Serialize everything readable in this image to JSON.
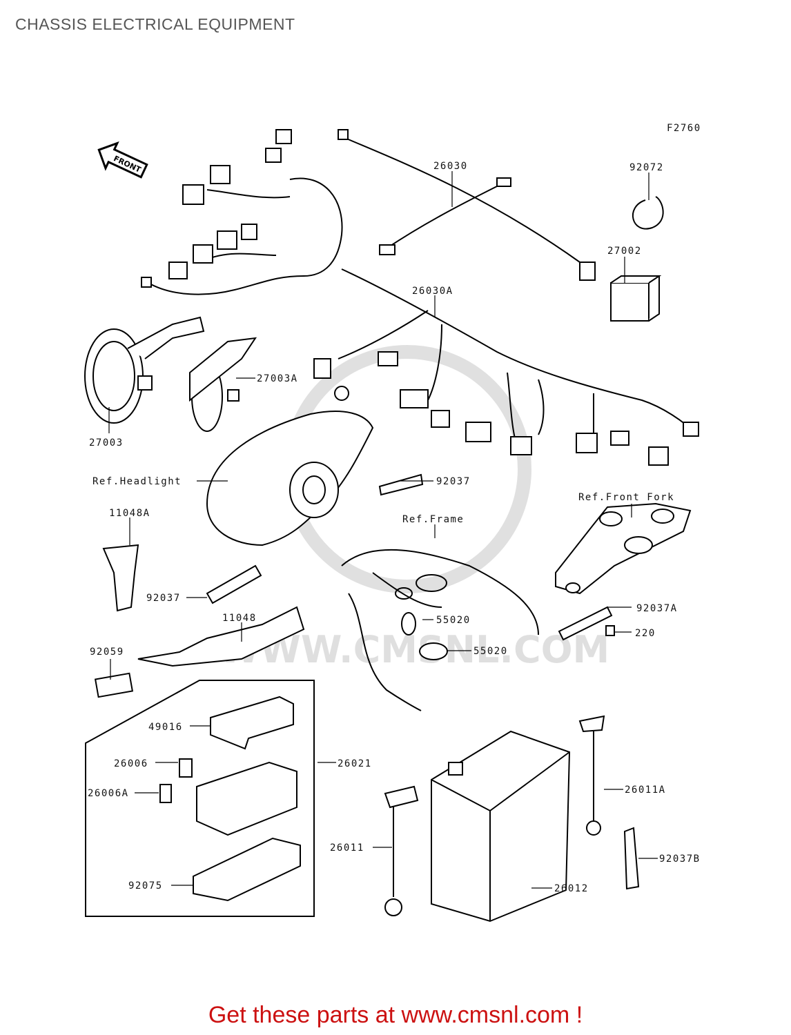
{
  "page": {
    "title": "CHASSIS ELECTRICAL EQUIPMENT",
    "figure_code": "F2760",
    "front_arrow_label": "FRONT",
    "watermark": "WWW.CMSNL.COM",
    "footer": "Get these parts at www.cmsnl.com !"
  },
  "parts": {
    "p26030": "26030",
    "p92072": "92072",
    "p27002": "27002",
    "p26030A": "26030A",
    "p27003A": "27003A",
    "p27003": "27003",
    "ref_headlight": "Ref.Headlight",
    "p92037_top": "92037",
    "ref_front_fork": "Ref.Front Fork",
    "p11048A": "11048A",
    "ref_frame": "Ref.Frame",
    "p92037_mid": "92037",
    "p11048": "11048",
    "p92037A": "92037A",
    "p55020_a": "55020",
    "p220": "220",
    "p55020_b": "55020",
    "p92059": "92059",
    "p49016": "49016",
    "p26006": "26006",
    "p26021": "26021",
    "p26006A": "26006A",
    "p26011A": "26011A",
    "p26011": "26011",
    "p92037B": "92037B",
    "p92075": "92075",
    "p26012": "26012"
  }
}
